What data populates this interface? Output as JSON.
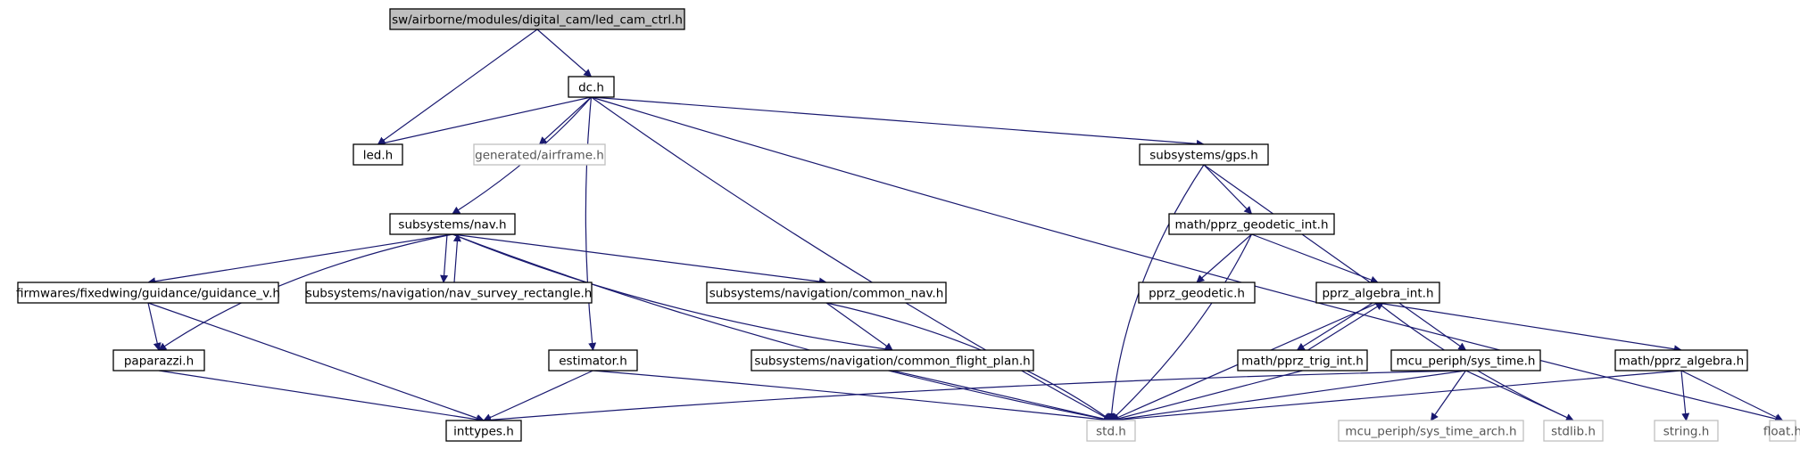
{
  "diagram": {
    "kind": "include-dependency-graph",
    "colors": {
      "edge": "#191970",
      "node_border": "#000000",
      "missing_border": "#bfbfbf",
      "root_fill": "#bfbfbf",
      "node_fill": "#ffffff"
    },
    "nodes": [
      {
        "id": "root",
        "label": "sw/airborne/modules/digital_cam/led_cam_ctrl.h",
        "root": true
      },
      {
        "id": "dc",
        "label": "dc.h"
      },
      {
        "id": "led",
        "label": "led.h"
      },
      {
        "id": "airframe",
        "label": "generated/airframe.h",
        "missing": true
      },
      {
        "id": "gps",
        "label": "subsystems/gps.h"
      },
      {
        "id": "nav",
        "label": "subsystems/nav.h"
      },
      {
        "id": "geodetic_int",
        "label": "math/pprz_geodetic_int.h"
      },
      {
        "id": "guidance_v",
        "label": "firmwares/fixedwing/guidance/guidance_v.h"
      },
      {
        "id": "nav_survey",
        "label": "subsystems/navigation/nav_survey_rectangle.h"
      },
      {
        "id": "common_nav",
        "label": "subsystems/navigation/common_nav.h"
      },
      {
        "id": "pprz_geodetic",
        "label": "pprz_geodetic.h"
      },
      {
        "id": "algebra_int",
        "label": "pprz_algebra_int.h"
      },
      {
        "id": "paparazzi",
        "label": "paparazzi.h"
      },
      {
        "id": "estimator",
        "label": "estimator.h"
      },
      {
        "id": "flight_plan",
        "label": "subsystems/navigation/common_flight_plan.h"
      },
      {
        "id": "trig_int",
        "label": "math/pprz_trig_int.h"
      },
      {
        "id": "sys_time",
        "label": "mcu_periph/sys_time.h"
      },
      {
        "id": "algebra",
        "label": "math/pprz_algebra.h"
      },
      {
        "id": "inttypes",
        "label": "inttypes.h"
      },
      {
        "id": "std",
        "label": "std.h",
        "missing": true
      },
      {
        "id": "sys_time_arch",
        "label": "mcu_periph/sys_time_arch.h",
        "missing": true
      },
      {
        "id": "stdlib",
        "label": "stdlib.h",
        "missing": true
      },
      {
        "id": "string",
        "label": "string.h",
        "missing": true
      },
      {
        "id": "float",
        "label": "float.h",
        "missing": true
      }
    ],
    "edges": [
      [
        "root",
        "led"
      ],
      [
        "root",
        "dc"
      ],
      [
        "dc",
        "led"
      ],
      [
        "dc",
        "airframe"
      ],
      [
        "dc",
        "gps"
      ],
      [
        "dc",
        "nav"
      ],
      [
        "dc",
        "estimator"
      ],
      [
        "dc",
        "std"
      ],
      [
        "dc",
        "float"
      ],
      [
        "gps",
        "geodetic_int"
      ],
      [
        "gps",
        "std"
      ],
      [
        "gps",
        "sys_time"
      ],
      [
        "nav",
        "guidance_v"
      ],
      [
        "nav",
        "nav_survey"
      ],
      [
        "nav",
        "common_nav"
      ],
      [
        "nav",
        "paparazzi"
      ],
      [
        "nav",
        "std"
      ],
      [
        "nav",
        "flight_plan"
      ],
      [
        "nav_survey",
        "nav"
      ],
      [
        "geodetic_int",
        "pprz_geodetic"
      ],
      [
        "geodetic_int",
        "algebra_int"
      ],
      [
        "geodetic_int",
        "std"
      ],
      [
        "guidance_v",
        "paparazzi"
      ],
      [
        "guidance_v",
        "inttypes"
      ],
      [
        "common_nav",
        "flight_plan"
      ],
      [
        "common_nav",
        "std"
      ],
      [
        "algebra_int",
        "trig_int"
      ],
      [
        "algebra_int",
        "std"
      ],
      [
        "algebra_int",
        "stdlib"
      ],
      [
        "algebra_int",
        "algebra"
      ],
      [
        "trig_int",
        "algebra_int"
      ],
      [
        "trig_int",
        "std"
      ],
      [
        "paparazzi",
        "inttypes"
      ],
      [
        "estimator",
        "inttypes"
      ],
      [
        "estimator",
        "std"
      ],
      [
        "flight_plan",
        "std"
      ],
      [
        "sys_time",
        "inttypes"
      ],
      [
        "sys_time",
        "std"
      ],
      [
        "sys_time",
        "sys_time_arch"
      ],
      [
        "sys_time",
        "stdlib"
      ],
      [
        "algebra",
        "std"
      ],
      [
        "algebra",
        "string"
      ],
      [
        "algebra",
        "float"
      ]
    ]
  }
}
